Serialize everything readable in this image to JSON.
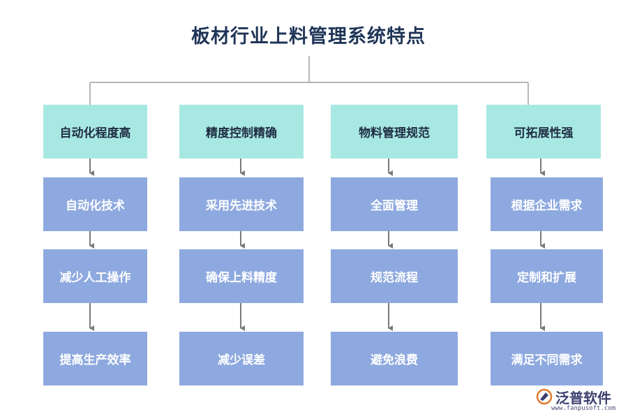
{
  "title": "板材行业上料管理系统特点",
  "columns": [
    {
      "header": "自动化程度高",
      "items": [
        "自动化技术",
        "减少人工操作",
        "提高生产效率"
      ]
    },
    {
      "header": "精度控制精确",
      "items": [
        "采用先进技术",
        "确保上料精度",
        "减少误差"
      ]
    },
    {
      "header": "物料管理规范",
      "items": [
        "全面管理",
        "规范流程",
        "避免浪费"
      ]
    },
    {
      "header": "可拓展性强",
      "items": [
        "根据企业需求",
        "定制和扩展",
        "满足不同需求"
      ]
    }
  ],
  "logo": {
    "name": "泛普软件",
    "url": "www.fanpusoft.com"
  },
  "colors": {
    "header_bg": "#a8e8e2",
    "item_bg": "#8ea9df",
    "title": "#1f3557",
    "connector": "#9a9a9a"
  }
}
